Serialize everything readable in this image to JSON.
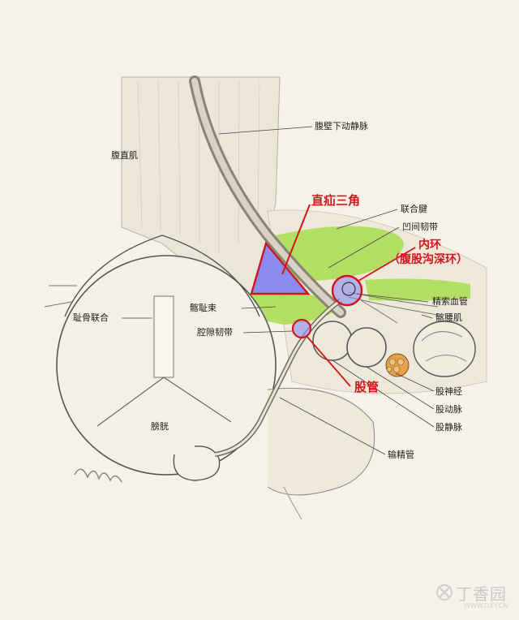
{
  "labels": {
    "rectus_abdominis": "腹直肌",
    "inferior_epigastric_vein": "腹壁下动静脉",
    "hesselbach_triangle": "直疝三角",
    "conjoint_tendon": "联合腱",
    "interfoveolar_ligament": "凹间韧带",
    "deep_ring_line1": "内环",
    "deep_ring_line2": "（腹股沟深环）",
    "pubic_symphysis": "耻骨联合",
    "iliopubic_tract": "髂耻束",
    "lacunar_ligament": "腔隙韧带",
    "spermatic_vessels": "精索血管",
    "iliopsoas": "髂腰肌",
    "femoral_canal": "股管",
    "femoral_nerve": "股神经",
    "femoral_artery": "股动脉",
    "femoral_vein": "股静脉",
    "bladder": "膀胱",
    "vas_deferens": "输精管"
  },
  "watermark": {
    "brand": "丁香园",
    "url": "WWW.DXY.CN"
  },
  "colors": {
    "triangle_fill": "#8c8cf0",
    "triangle_stroke": "#d4141b",
    "highlight_red": "#d4141b",
    "muscle_green": "#a7dc4e",
    "nerve_orange": "#e8a04a"
  }
}
